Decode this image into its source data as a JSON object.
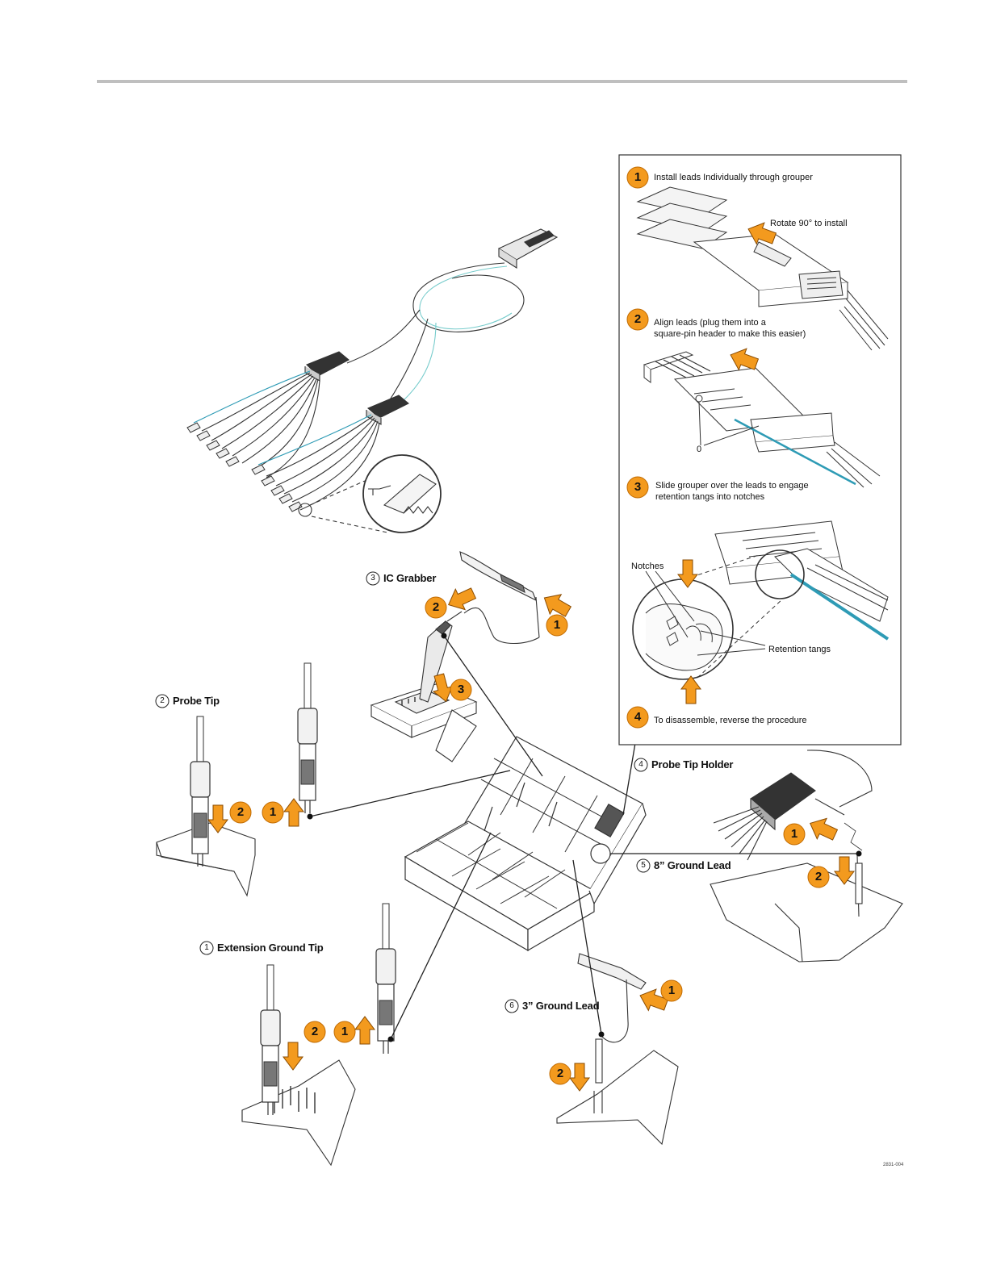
{
  "accessories": {
    "ic_grabber": {
      "number": "3",
      "label": "IC Grabber"
    },
    "probe_tip": {
      "number": "2",
      "label": "Probe Tip"
    },
    "extension_ground_tip": {
      "number": "1",
      "label": "Extension Ground Tip"
    },
    "probe_tip_holder": {
      "number": "4",
      "label": "Probe Tip Holder"
    },
    "ground_lead_8in": {
      "number": "5",
      "label": "8” Ground Lead"
    },
    "ground_lead_3in": {
      "number": "6",
      "label": "3” Ground Lead"
    }
  },
  "grouper_panel": {
    "steps": [
      {
        "number": "1",
        "text": "Install leads Individually through grouper"
      },
      {
        "number": "2",
        "text_line1": "Align leads (plug them into a",
        "text_line2": "square-pin header to make this easier)"
      },
      {
        "number": "3",
        "text_line1": "Slide grouper over the leads to engage",
        "text_line2": "retention tangs into notches"
      },
      {
        "number": "4",
        "text": "To disassemble, reverse the procedure"
      }
    ],
    "rotate_note": "Rotate 90° to install",
    "zero_label": "0",
    "notches_label": "Notches",
    "retention_tangs_label": "Retention tangs"
  },
  "step_badges": {
    "one": "1",
    "two": "2",
    "three": "3"
  },
  "figure_id": "2831-004",
  "colors": {
    "badge": "#F39A1E",
    "badge_edge": "#C06A00",
    "teal": "#2E9BB5",
    "line": "#222222",
    "rule": "#BFBFBF"
  }
}
